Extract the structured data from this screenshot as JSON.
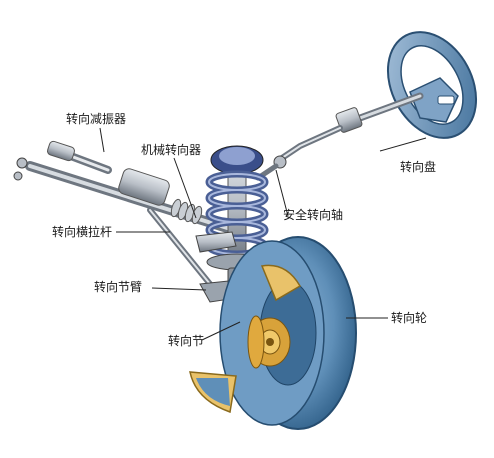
{
  "labels": {
    "steering_damper": "转向减振器",
    "steering_gear": "机械转向器",
    "steering_wheel": "转向盘",
    "safety_column": "安全转向轴",
    "tie_rod": "转向横拉杆",
    "knuckle_arm": "转向节臂",
    "knuckle": "转向节",
    "wheel": "转向轮"
  },
  "colors": {
    "wheel_blue": "#5f8fb8",
    "wheel_dark": "#2f5f88",
    "wheel_cut": "#e9c26a",
    "steel": "#b8bec6",
    "steel_dark": "#6e7680",
    "spring": "#6d7fa8",
    "hub": "#d8a23a",
    "leader": "#222222"
  }
}
